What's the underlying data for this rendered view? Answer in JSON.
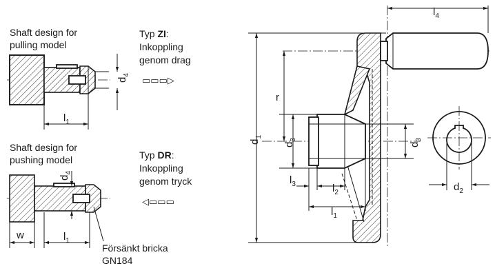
{
  "pulling": {
    "caption_line1": "Shaft design for",
    "caption_line2": "pulling model",
    "type_prefix": "Typ ",
    "type_code": "ZI",
    "type_suffix": ":",
    "desc_line1": "Inkoppling",
    "desc_line2": "genom drag",
    "arrow_symbol": "▭▭▭▷"
  },
  "pushing": {
    "caption_line1": "Shaft design for",
    "caption_line2": "pushing model",
    "type_prefix": "Typ ",
    "type_code": "DR",
    "type_suffix": ":",
    "desc_line1": "Inkoppling",
    "desc_line2": "genom tryck",
    "arrow_symbol": "◁▭▭▭"
  },
  "washer_note": {
    "line1": "Försänkt bricka",
    "line2": "GN184"
  },
  "dims": {
    "d": "d",
    "l": "l",
    "r": "r",
    "w": "w",
    "s1": "1",
    "s2": "2",
    "s3": "3",
    "s4": "4"
  }
}
